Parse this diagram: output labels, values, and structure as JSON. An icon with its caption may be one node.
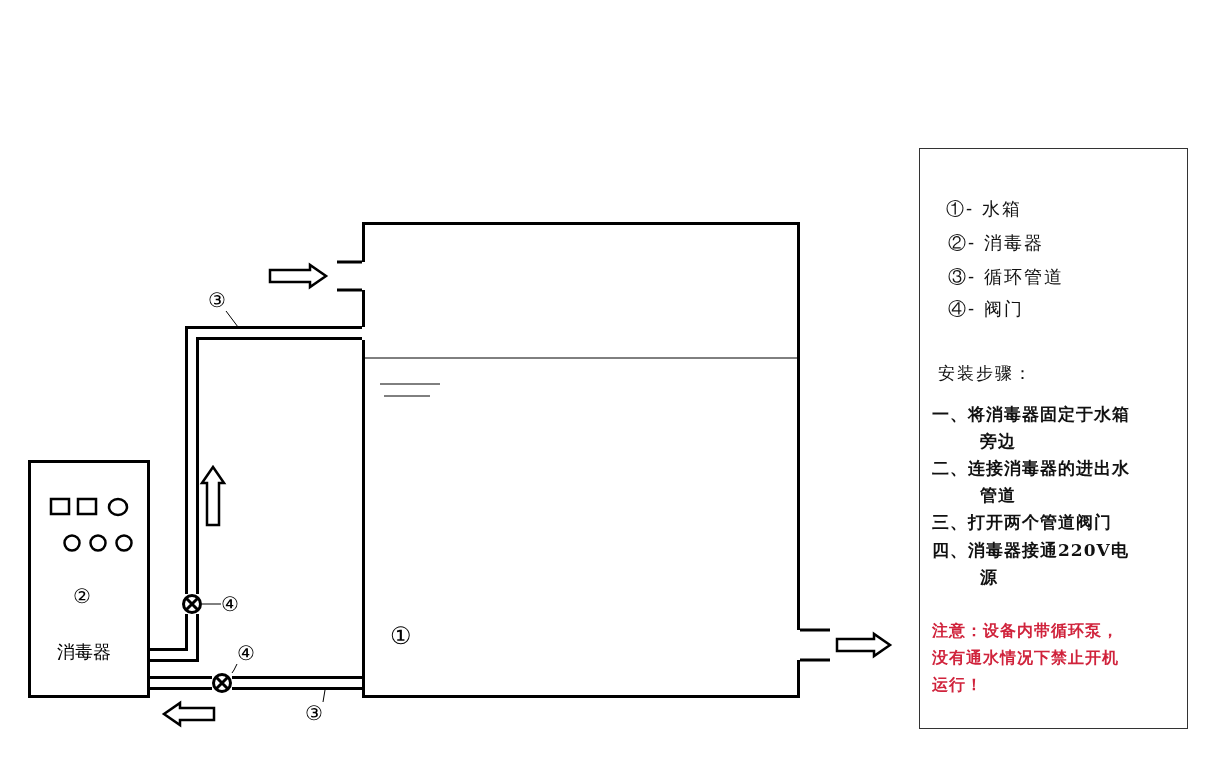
{
  "diagram": {
    "nodes": [
      {
        "text": [
          "①"
        ]
      },
      {
        "text": [
          "②",
          "消毒器"
        ]
      },
      {
        "text": [],
        "shape": "valve"
      },
      {
        "text": [],
        "shape": "valve"
      },
      {
        "text": [
          "③"
        ]
      },
      {
        "text": [
          "④"
        ]
      },
      {
        "text": [
          "④"
        ]
      },
      {
        "text": [
          "③"
        ]
      }
    ],
    "edges": [
      {
        "from": 1,
        "to": 2,
        "arrow": "none",
        "style": "thick"
      },
      {
        "from": 2,
        "to": 0,
        "arrow": "none",
        "style": "thick"
      },
      {
        "from": 0,
        "to": 3,
        "arrow": "none",
        "style": "thick"
      },
      {
        "from": 3,
        "to": 1,
        "arrow": "none",
        "style": "thick"
      },
      {
        "from": 4,
        "to": null,
        "arrow": "none"
      },
      {
        "from": 5,
        "to": 2,
        "arrow": "none"
      },
      {
        "from": 6,
        "to": 3,
        "arrow": "none"
      },
      {
        "from": 7,
        "to": null,
        "arrow": "none"
      }
    ],
    "labels": [
      "①- 水箱",
      "②- 消毒器",
      "③- 循环管道",
      "④- 阀门",
      "安装步骤：",
      "一、将消毒器固定于水箱旁边",
      "二、连接消毒器的进出水管道",
      "三、打开两个管道阀门",
      "四、消毒器接通220V电源",
      "注意：设备内带循环泵，没有通水情况下禁止开机运行！"
    ]
  }
}
